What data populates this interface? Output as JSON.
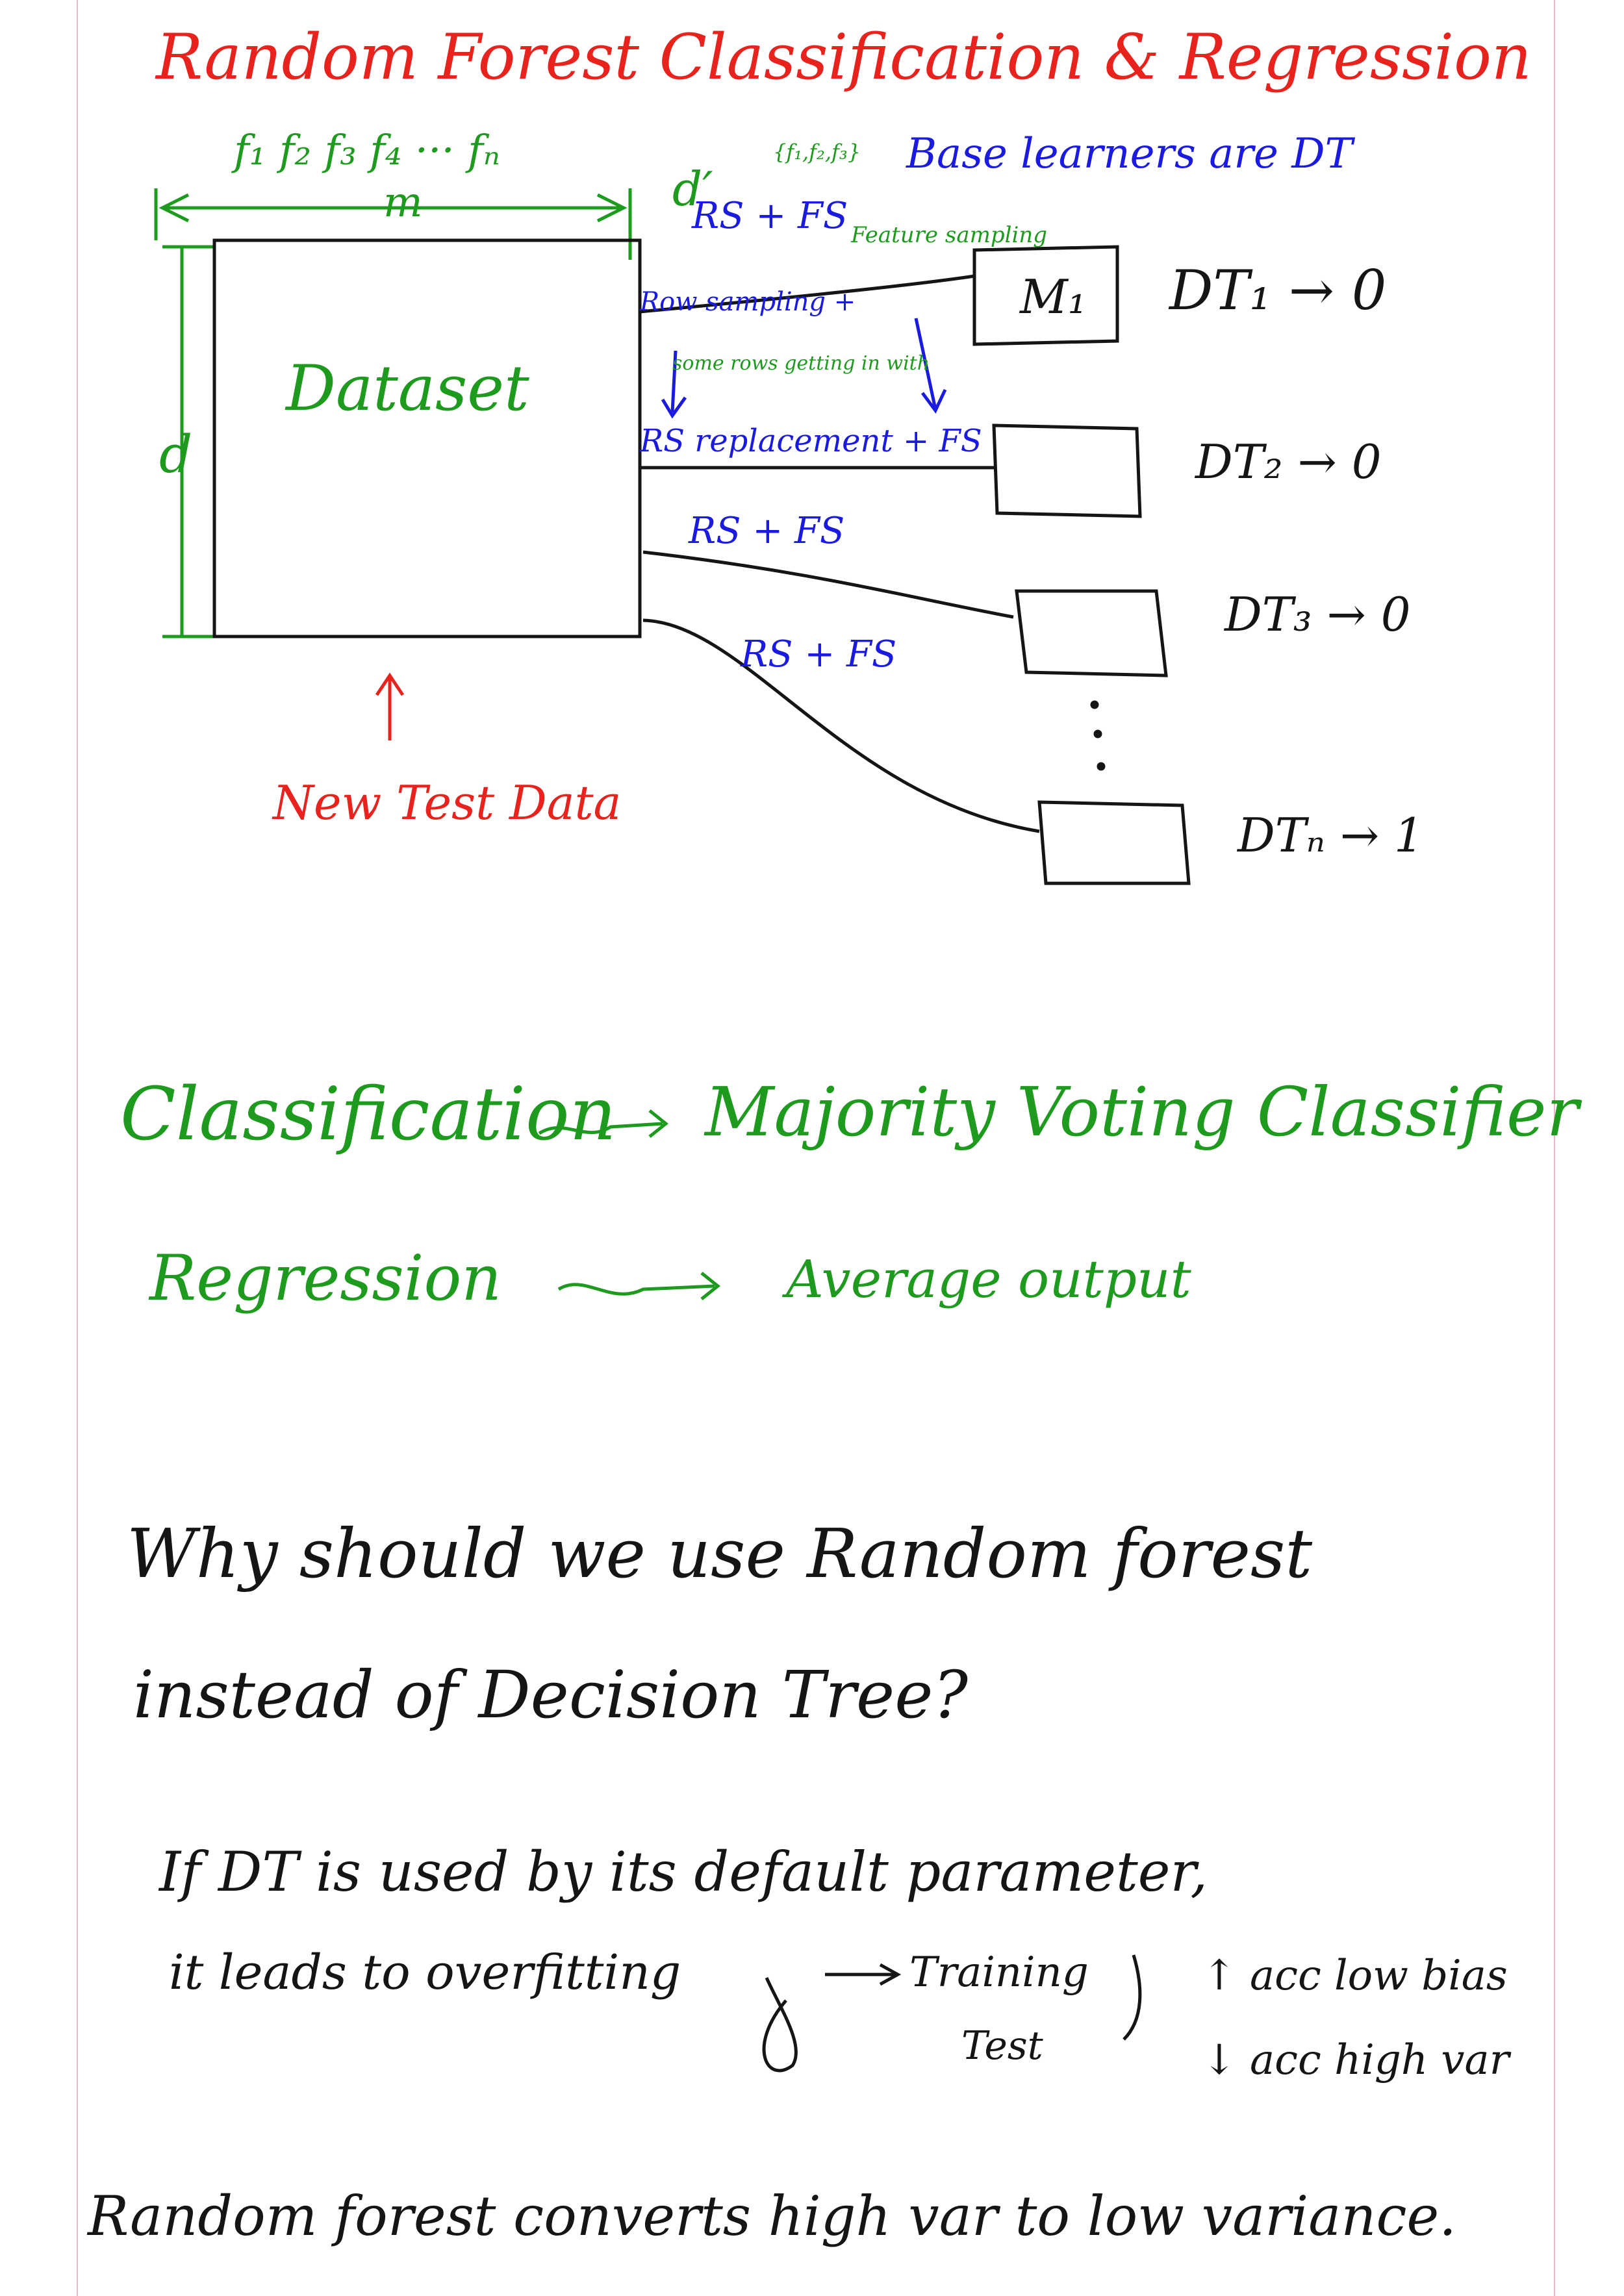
{
  "colors": {
    "red": "#e8231d",
    "green": "#1e9b1e",
    "blue": "#1a1ae0",
    "black": "#151515",
    "margin_line": "#e9b6c4"
  },
  "title": "Random Forest Classification & Regression",
  "diagram": {
    "features": "f₁ f₂ f₃ f₄ ··· fₙ",
    "m_label": "m",
    "d_label": "d",
    "dataset_label": "Dataset",
    "d_prime_label": "d′",
    "feature_subset": "{f₁,f₂,f₃}",
    "base_learners": "Base learners are DT",
    "rs_fs_top": "RS + FS",
    "feature_sampling": "Feature sampling",
    "row_sampling": "Row sampling +",
    "some_rows": "some rows getting in with",
    "rs_replacement": "RS replacement + FS",
    "rs_fs_2": "RS + FS",
    "rs_fs_3": "RS + FS",
    "model_1": "M₁",
    "dt1": "DT₁ → 0",
    "dt2": "DT₂ → 0",
    "dt3": "DT₃ → 0",
    "dtn": "DTₙ → 1",
    "new_test_data": "New Test Data"
  },
  "methods": {
    "classification": "Classification",
    "classification_result": "Majority Voting Classifier",
    "regression": "Regression",
    "regression_result": "Average output"
  },
  "notes": {
    "question_line1": "Why should we use Random forest",
    "question_line2": "instead of Decision Tree?",
    "answer_line1": "If DT is used by its default parameter,",
    "answer_line2_a": "it leads to overfitting",
    "training": "Training",
    "test": "Test",
    "train_result": "↑ acc low bias",
    "test_result": "↓ acc high var",
    "conclusion": "Random forest converts high var to low variance."
  }
}
